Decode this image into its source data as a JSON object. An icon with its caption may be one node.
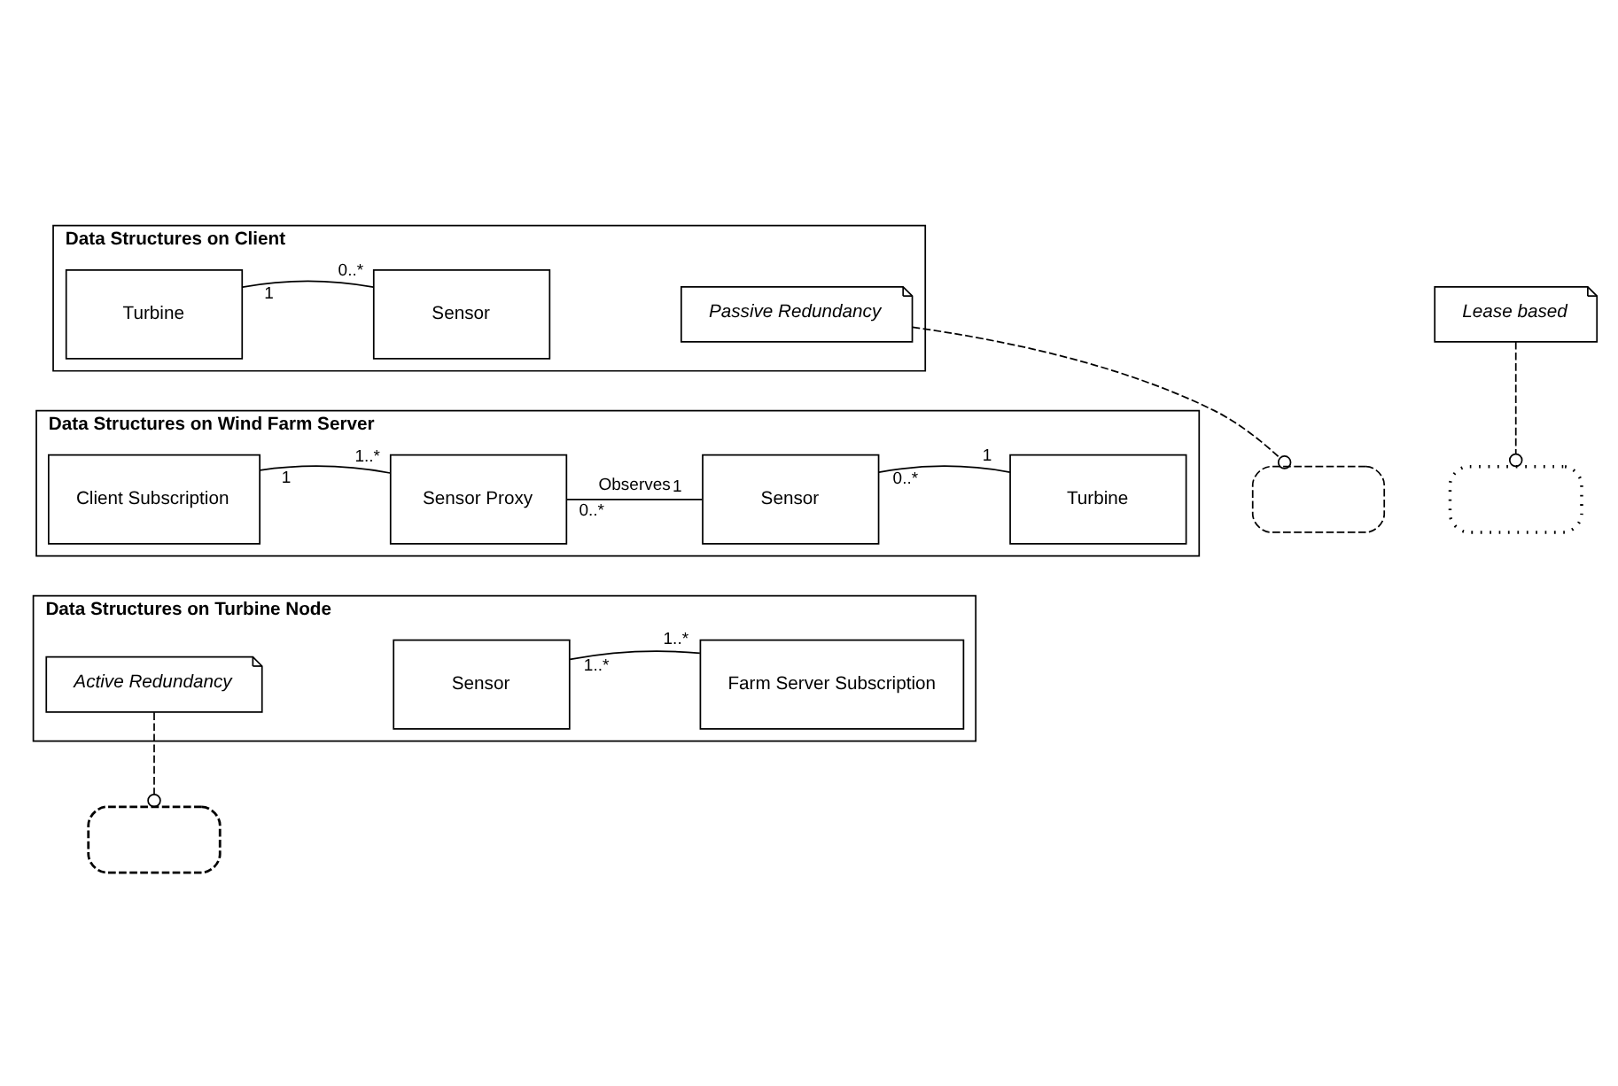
{
  "diagram": {
    "nodes": [
      {
        "text": [
          "Data Structures on Client"
        ]
      },
      {
        "text": [
          "Turbine"
        ],
        "in": 0
      },
      {
        "text": [
          "Sensor"
        ],
        "in": 0
      },
      {
        "text": [
          "Passive Redundancy"
        ],
        "in": 0
      },
      {
        "text": [
          "Data Structures on Wind Farm Server"
        ]
      },
      {
        "text": [
          "Client Subscription"
        ],
        "in": 4
      },
      {
        "text": [
          "Sensor Proxy"
        ],
        "in": 4
      },
      {
        "text": [
          "Sensor"
        ],
        "in": 4
      },
      {
        "text": [
          "Turbine"
        ],
        "in": 4
      },
      {
        "text": [
          "Lease based"
        ]
      },
      {
        "text": [
          "Data Structures on Turbine Node"
        ]
      },
      {
        "text": [
          "Active Redundancy"
        ],
        "in": 10
      },
      {
        "text": [
          "Sensor"
        ],
        "in": 10
      },
      {
        "text": [
          "Farm Server Subscription"
        ],
        "in": 10
      },
      {
        "text": [],
        "shape": "box"
      },
      {
        "text": [],
        "shape": "box"
      },
      {
        "text": [],
        "shape": "box"
      }
    ],
    "edges": [
      {
        "from": 1,
        "to": 2,
        "arrow": "none"
      },
      {
        "from": 3,
        "to": 14,
        "arrow": "other",
        "style": "dashed"
      },
      {
        "from": 5,
        "to": 6,
        "arrow": "none"
      },
      {
        "from": 6,
        "to": 7,
        "arrow": "none",
        "label": "Observes"
      },
      {
        "from": 7,
        "to": 8,
        "arrow": "none"
      },
      {
        "from": 9,
        "to": 16,
        "arrow": "other",
        "style": "dashed"
      },
      {
        "from": 11,
        "to": 15,
        "arrow": "other",
        "style": "dashed"
      },
      {
        "from": 12,
        "to": 13,
        "arrow": "none"
      }
    ],
    "labels": [
      "1",
      "0..*",
      "1",
      "1..*",
      "0..*",
      "1",
      "0..*",
      "1",
      "1..*",
      "1..*"
    ]
  }
}
